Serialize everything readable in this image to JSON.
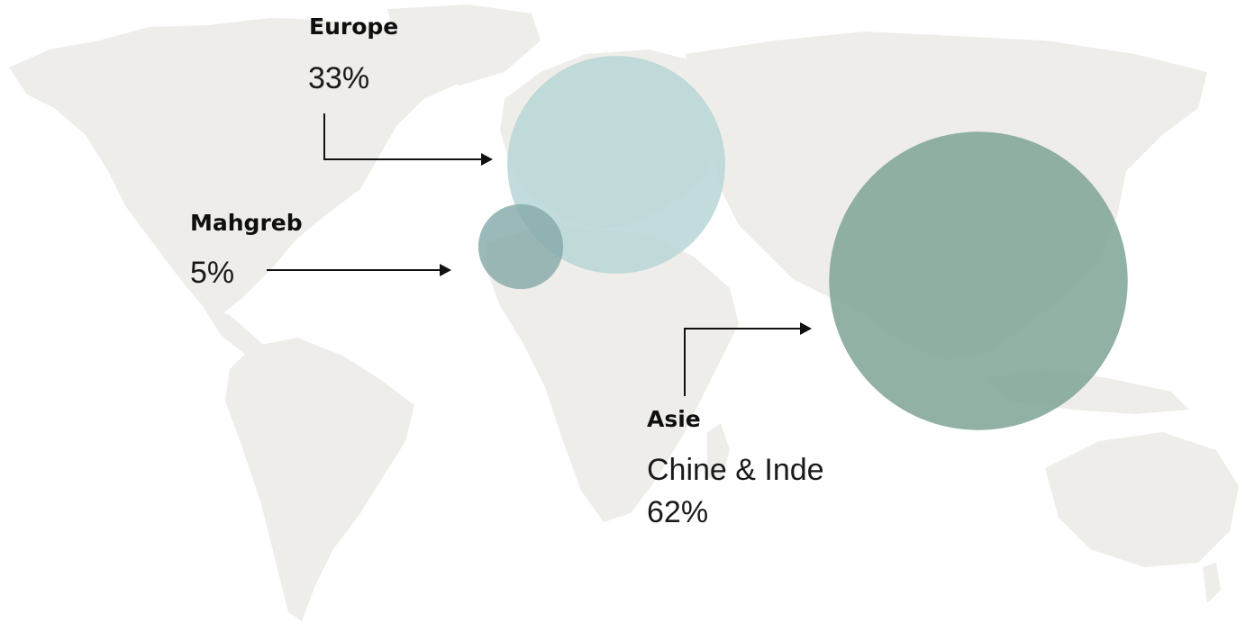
{
  "colors": {
    "land": "#efedea",
    "background": "#ffffff",
    "europe": "#b7d5d6",
    "mahgreb": "#86aaaa",
    "asie": "#7ea394",
    "arrow": "#111111"
  },
  "icons": {
    "map": "world-map-icon",
    "arrow": "arrow-right-icon"
  },
  "regions": {
    "europe": {
      "name": "Europe",
      "value": "33%",
      "share": 33
    },
    "mahgreb": {
      "name": "Mahgreb",
      "value": "5%",
      "share": 5
    },
    "asie": {
      "name": "Asie",
      "subtitle": "Chine & Inde",
      "value": "62%",
      "share": 62
    }
  }
}
